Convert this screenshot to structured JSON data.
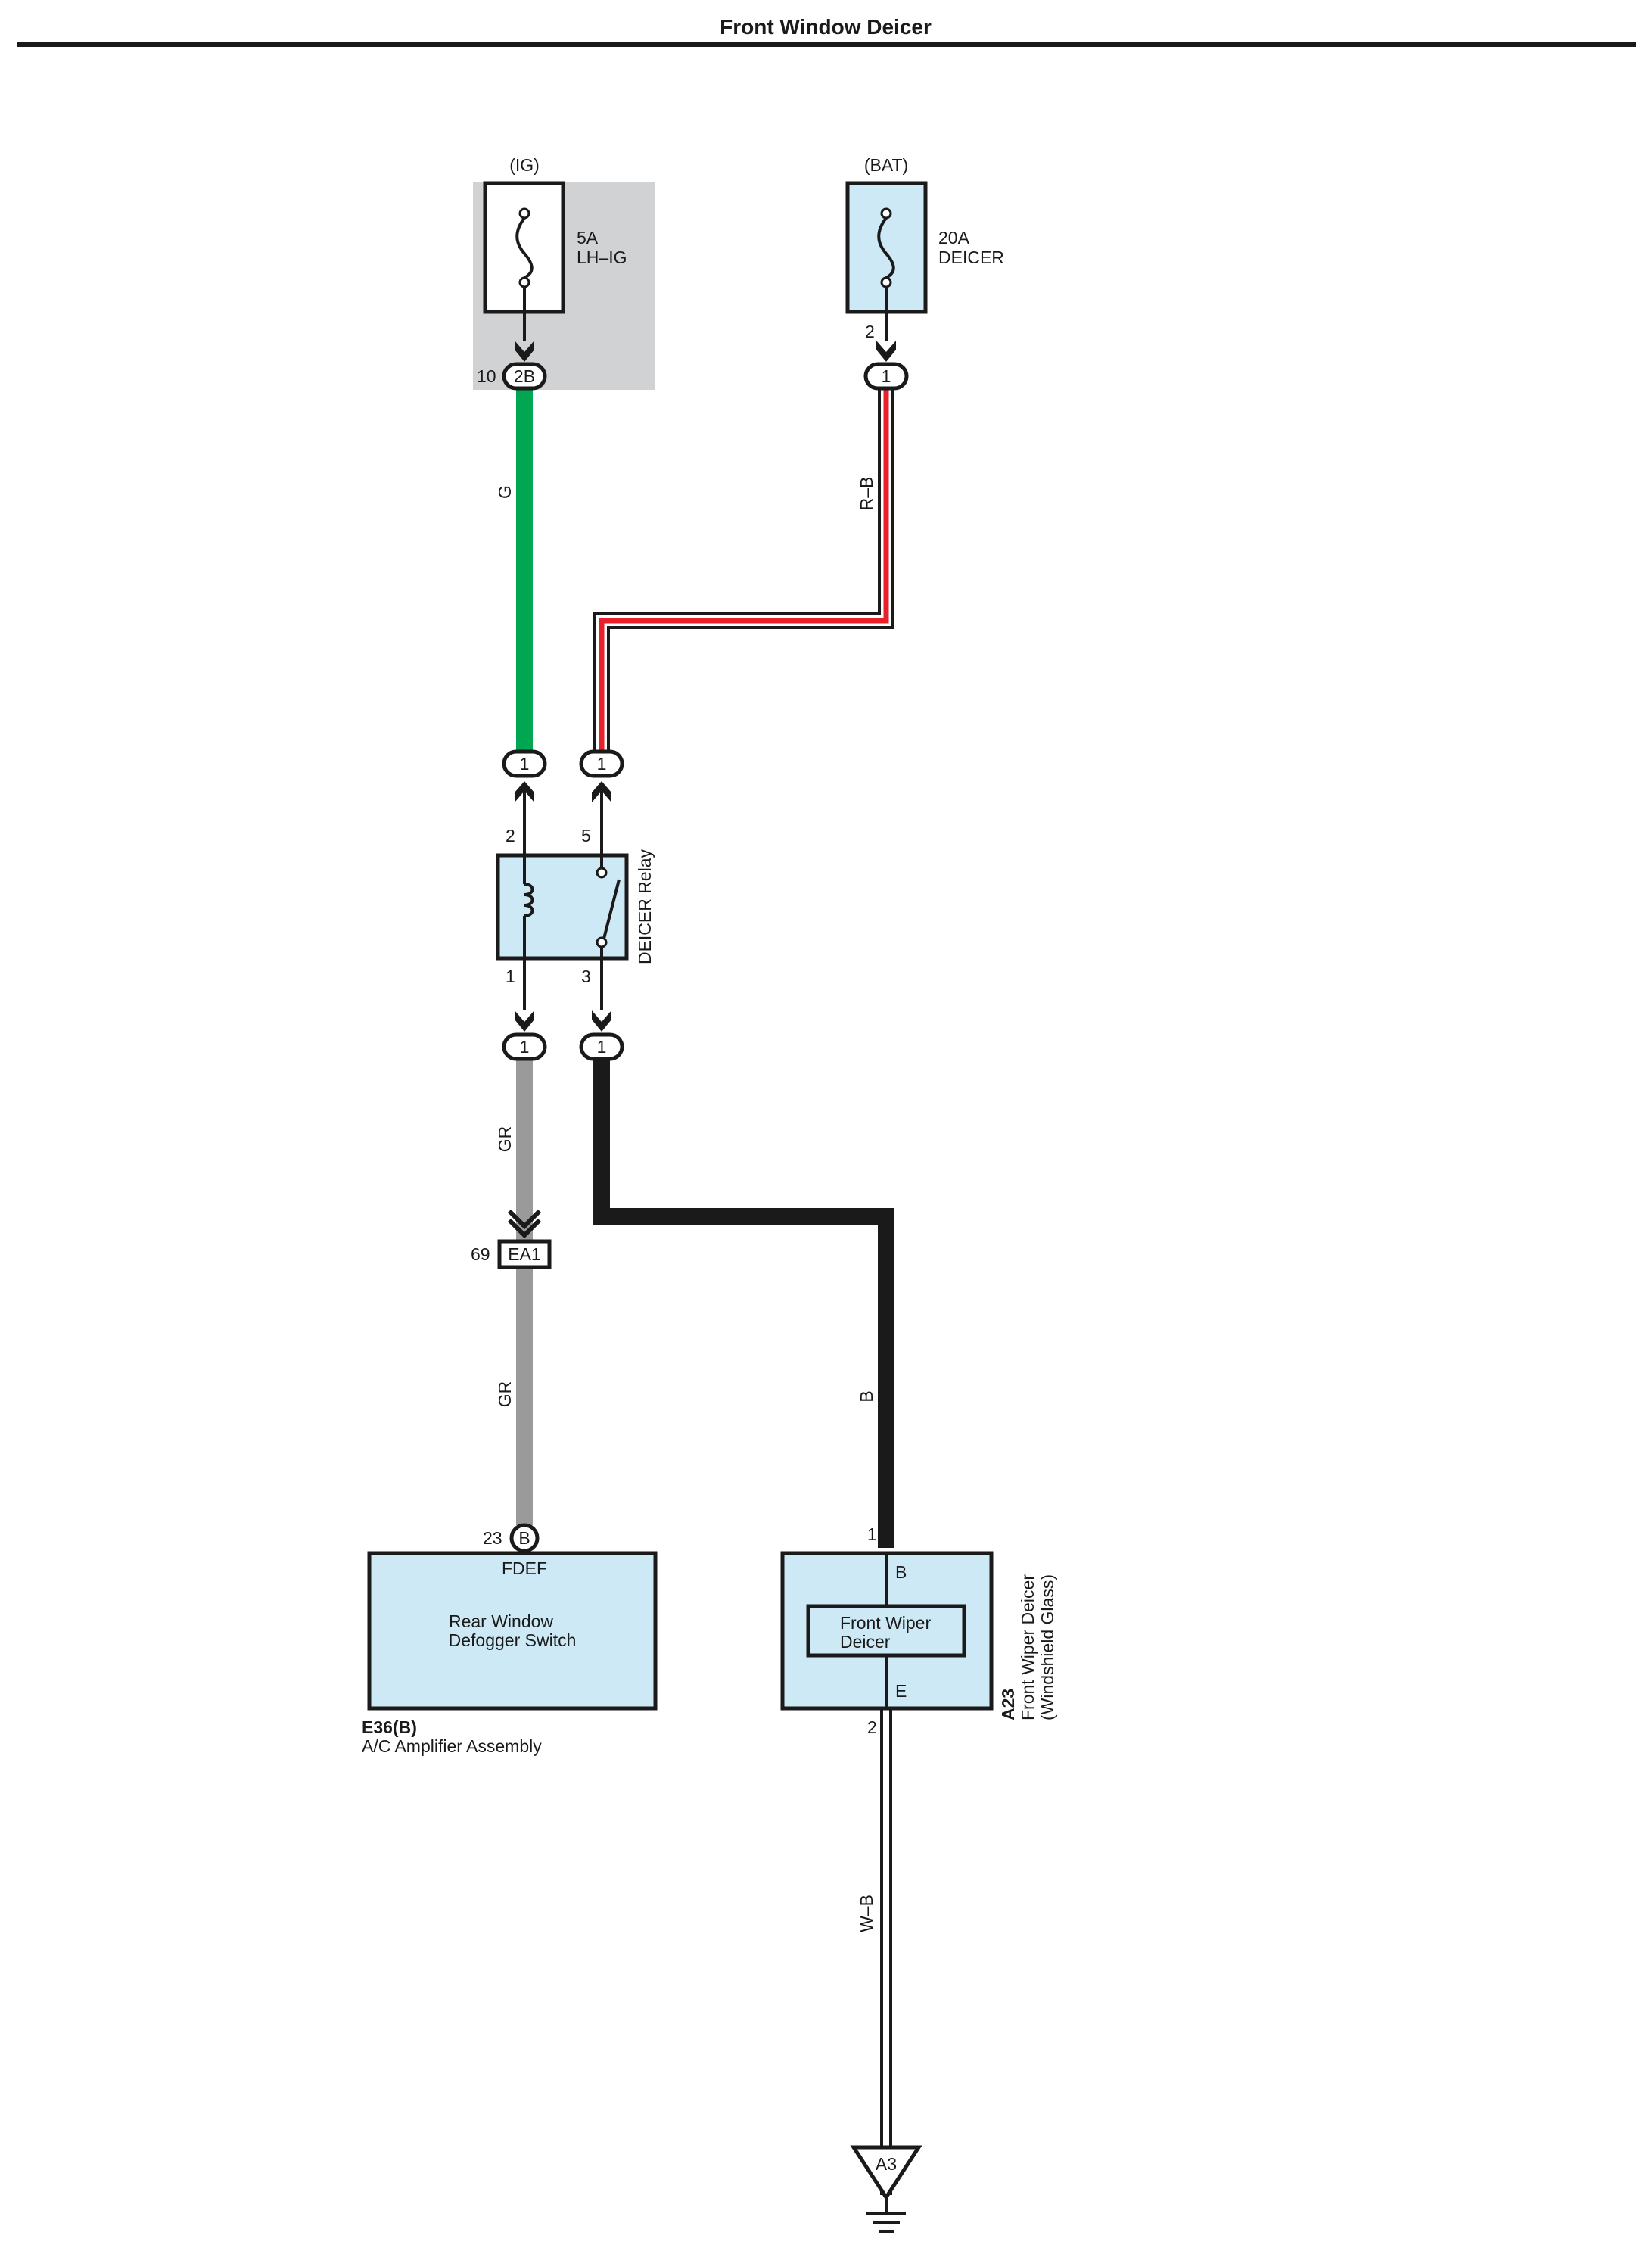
{
  "title": "Front Window Deicer",
  "colors": {
    "wire_g": "#00a651",
    "wire_r": "#e8202a",
    "wire_gr": "#9a9a9b",
    "wire_b": "#1a1a1a",
    "component_fill": "#cde9f6",
    "junction_block": "#d1d2d4"
  },
  "fuses": [
    {
      "source": "(IG)",
      "rating": "5A",
      "name": "LH–IG",
      "pin": "10",
      "connector": "2B"
    },
    {
      "source": "(BAT)",
      "rating": "20A",
      "name": "DEICER",
      "pin": "2",
      "connector": "1"
    }
  ],
  "wires": {
    "g": "G",
    "rb": "R–B",
    "gr_upper": "GR",
    "gr_lower": "GR",
    "b": "B",
    "wb": "W–B"
  },
  "relay": {
    "name": "DEICER Relay",
    "pin_coil_top": "2",
    "pin_switch_top": "5",
    "pin_coil_bottom": "1",
    "pin_switch_bottom": "3",
    "connector_label": "1"
  },
  "ea1": {
    "pin": "69",
    "connector": "EA1"
  },
  "amplifier": {
    "pin": "23",
    "connector": "B",
    "terminal": "FDEF",
    "line1": "Rear Window",
    "line2": "Defogger Switch",
    "code": "E36(B)",
    "name": "A/C Amplifier Assembly"
  },
  "deicer": {
    "pin_top": "1",
    "terminal_top": "B",
    "line1": "Front Wiper",
    "line2": "Deicer",
    "terminal_bottom": "E",
    "pin_bottom": "2",
    "code": "A23",
    "name1": "Front Wiper Deicer",
    "name2": "(Windshield Glass)"
  },
  "ground": {
    "label": "A3"
  }
}
